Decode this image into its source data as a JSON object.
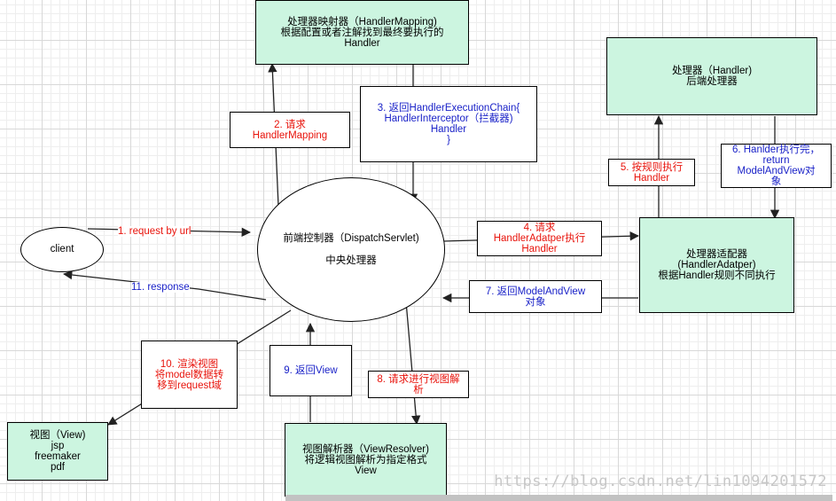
{
  "colors": {
    "node_fill": "#ccf5e0",
    "red_text": "#e8130b",
    "blue_text": "#1a22c8"
  },
  "nodes": {
    "handler_mapping": [
      "处理器映射器（HandlerMapping)",
      "根据配置或者注解找到最终要执行的",
      "Handler"
    ],
    "handler": [
      "处理器（Handler)",
      "后端处理器"
    ],
    "dispatcher": [
      "前端控制器（DispatchServlet)",
      "中央处理器"
    ],
    "client": "client",
    "handler_adapter": [
      "处理器适配器",
      "(HandlerAdatper)",
      "根据Handler规则不同执行"
    ],
    "view": [
      "视图（View)",
      "jsp",
      "freemaker",
      "pdf"
    ],
    "view_resolver": [
      "视图解析器（ViewResolver)",
      "将逻辑视图解析为指定格式",
      "View"
    ]
  },
  "steps": {
    "s1": "1. request by url",
    "s2": [
      "2. 请求",
      "HandlerMapping"
    ],
    "s3": [
      "3. 返回HandlerExecutionChain{",
      "HandlerInterceptor（拦截器)",
      "Handler",
      "}"
    ],
    "s4": [
      "4. 请求",
      "HandlerAdatper执行",
      "Handler"
    ],
    "s5": [
      "5. 按规则执行",
      "Handler"
    ],
    "s6": [
      "6. Hanlder执行完，",
      "return",
      "ModelAndView对",
      "象"
    ],
    "s7": [
      "7. 返回ModelAndView",
      "对象"
    ],
    "s8": [
      "8. 请求进行视图解",
      "析"
    ],
    "s9": "9. 返回View",
    "s10": [
      "10. 渲染视图",
      "将model数据转",
      "移到request域"
    ],
    "s11": "11. response"
  },
  "watermark": "https://blog.csdn.net/lin1094201572"
}
